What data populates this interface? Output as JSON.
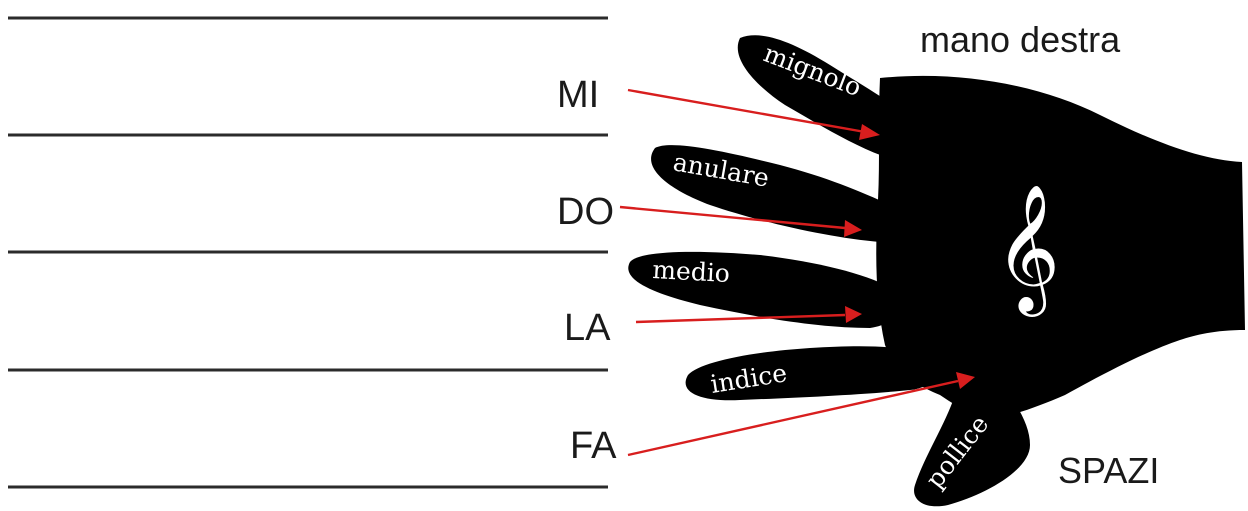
{
  "title": "mano destra",
  "subtitle": "SPAZI",
  "notes": [
    "MI",
    "DO",
    "LA",
    "FA"
  ],
  "fingers": [
    "mignolo",
    "anulare",
    "medio",
    "indice",
    "pollice"
  ],
  "clef_symbol": "𝄞",
  "colors": {
    "hand": "#000000",
    "arrow": "#d81e1e",
    "staff": "#2b2b2b"
  }
}
